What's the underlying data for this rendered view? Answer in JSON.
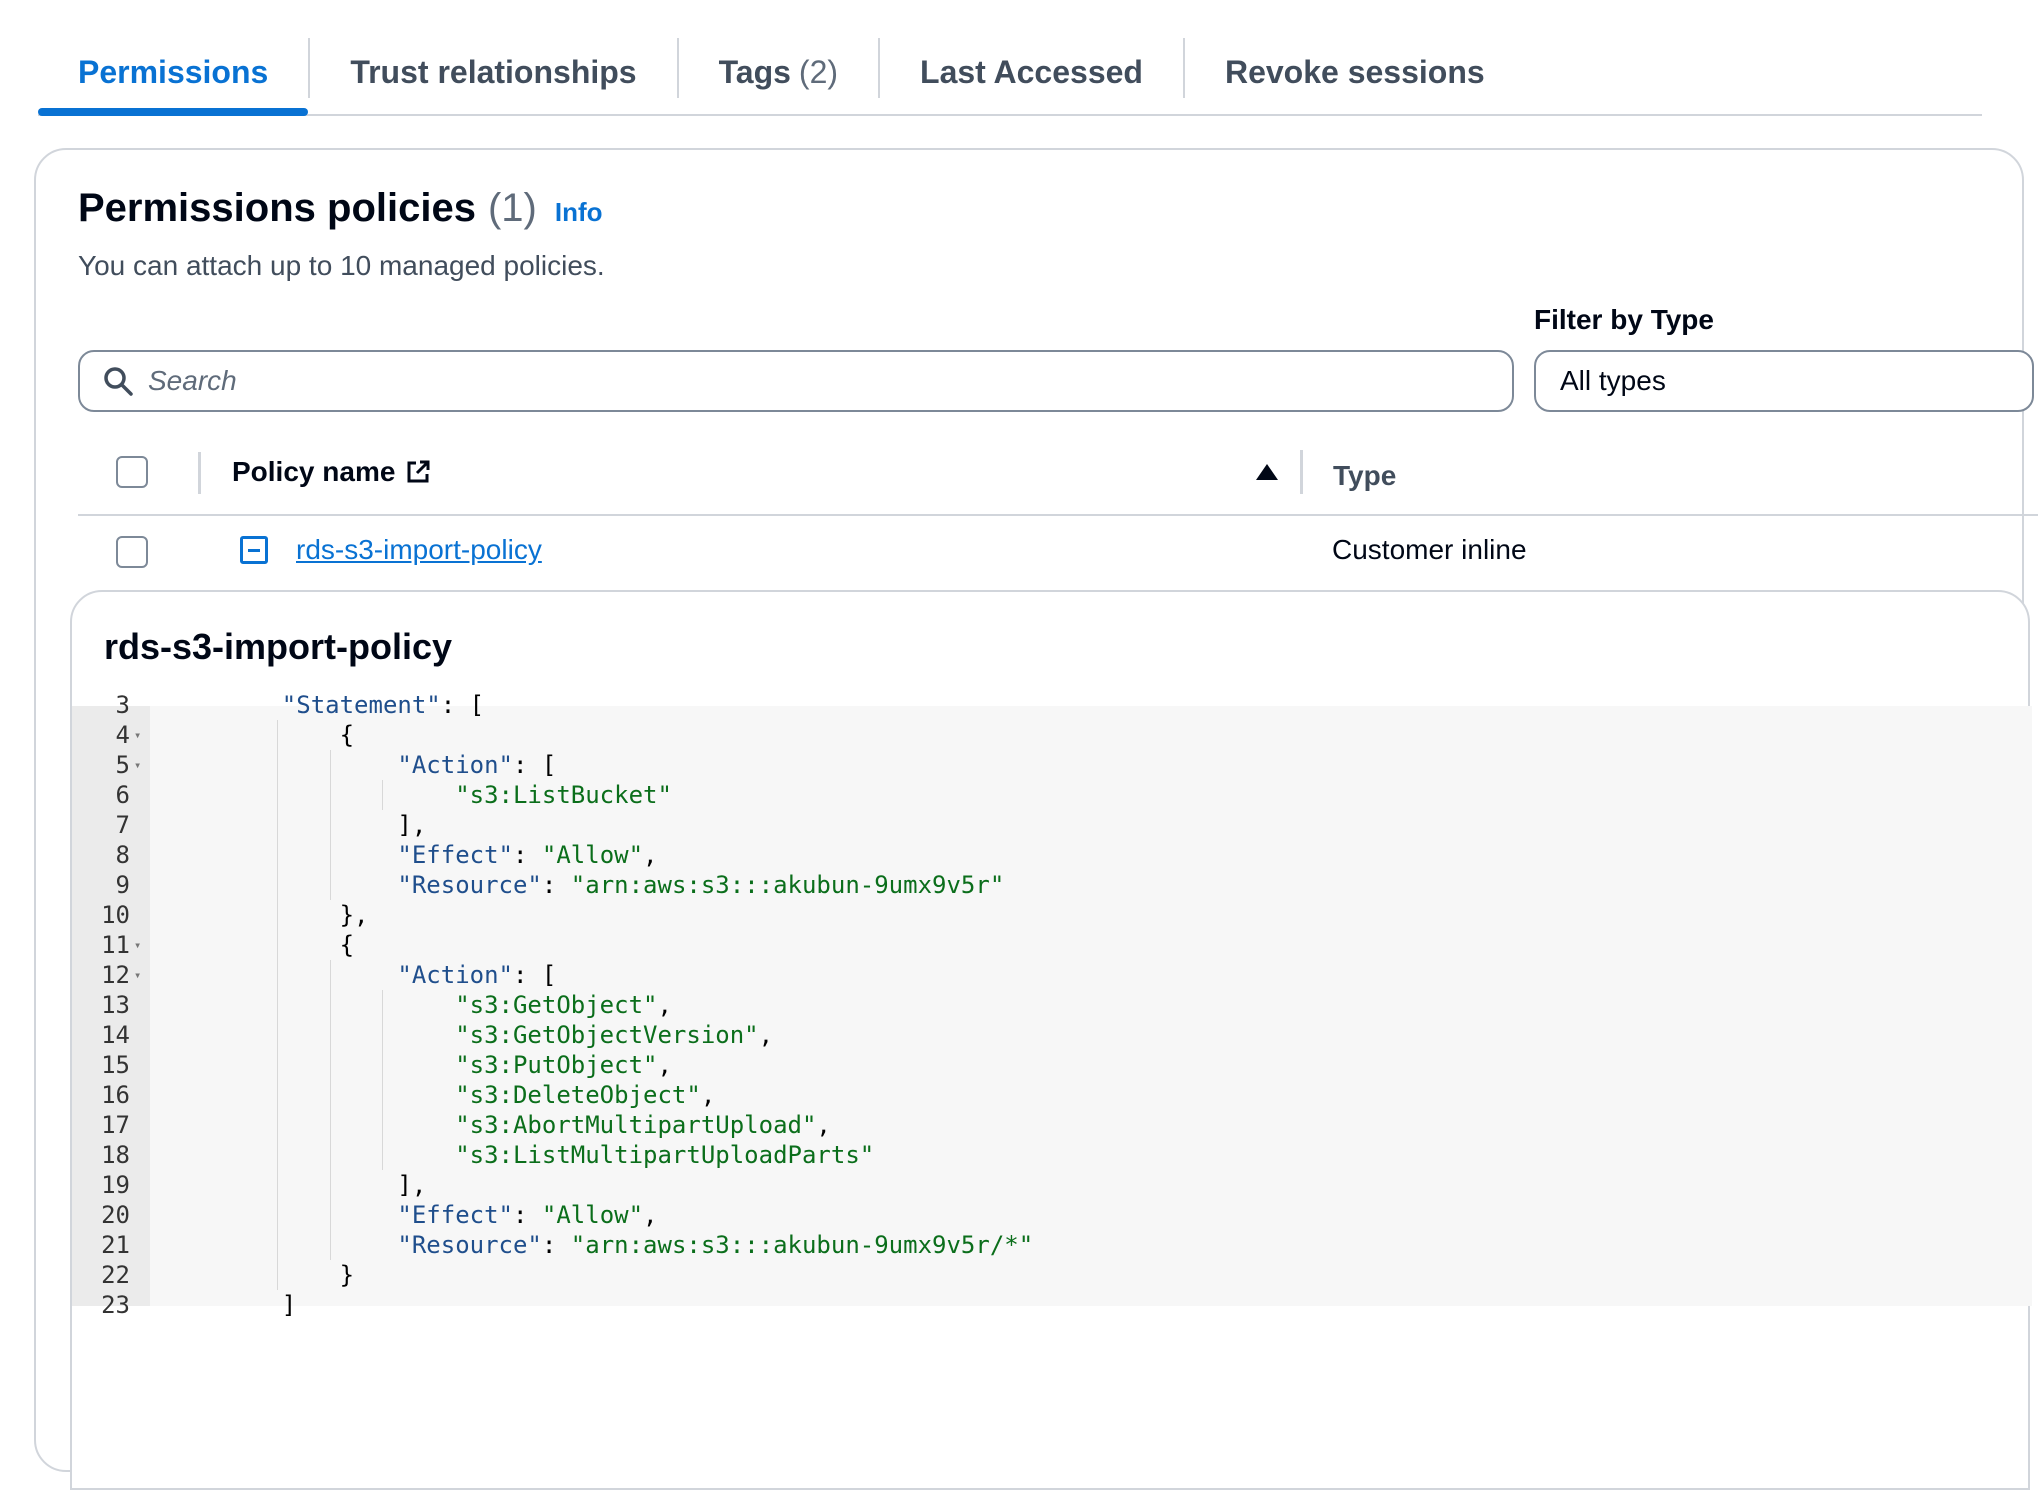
{
  "tabs": [
    {
      "label": "Permissions",
      "count": ""
    },
    {
      "label": "Trust relationships",
      "count": ""
    },
    {
      "label": "Tags",
      "count": "(2)"
    },
    {
      "label": "Last Accessed",
      "count": ""
    },
    {
      "label": "Revoke sessions",
      "count": ""
    }
  ],
  "panel": {
    "title": "Permissions policies",
    "count": "(1)",
    "info": "Info",
    "description": "You can attach up to 10 managed policies.",
    "filter_label": "Filter by Type",
    "search_placeholder": "Search",
    "filter_value": "All types",
    "columns": {
      "name": "Policy name",
      "type": "Type"
    },
    "row": {
      "name": "rds-s3-import-policy",
      "type": "Customer inline"
    }
  },
  "policy": {
    "title": "rds-s3-import-policy",
    "lines": [
      {
        "n": "3",
        "t": "    \"Statement\": [",
        "fold": false
      },
      {
        "n": "4",
        "t": "        {",
        "fold": true
      },
      {
        "n": "5",
        "t": "            \"Action\": [",
        "fold": true
      },
      {
        "n": "6",
        "t": "                \"s3:ListBucket\"",
        "fold": false
      },
      {
        "n": "7",
        "t": "            ],",
        "fold": false
      },
      {
        "n": "8",
        "t": "            \"Effect\": \"Allow\",",
        "fold": false
      },
      {
        "n": "9",
        "t": "            \"Resource\": \"arn:aws:s3:::akubun-9umx9v5r\"",
        "fold": false
      },
      {
        "n": "10",
        "t": "        },",
        "fold": false
      },
      {
        "n": "11",
        "t": "        {",
        "fold": true
      },
      {
        "n": "12",
        "t": "            \"Action\": [",
        "fold": true
      },
      {
        "n": "13",
        "t": "                \"s3:GetObject\",",
        "fold": false
      },
      {
        "n": "14",
        "t": "                \"s3:GetObjectVersion\",",
        "fold": false
      },
      {
        "n": "15",
        "t": "                \"s3:PutObject\",",
        "fold": false
      },
      {
        "n": "16",
        "t": "                \"s3:DeleteObject\",",
        "fold": false
      },
      {
        "n": "17",
        "t": "                \"s3:AbortMultipartUpload\",",
        "fold": false
      },
      {
        "n": "18",
        "t": "                \"s3:ListMultipartUploadParts\"",
        "fold": false
      },
      {
        "n": "19",
        "t": "            ],",
        "fold": false
      },
      {
        "n": "20",
        "t": "            \"Effect\": \"Allow\",",
        "fold": false
      },
      {
        "n": "21",
        "t": "            \"Resource\": \"arn:aws:s3:::akubun-9umx9v5r/*\"",
        "fold": false
      },
      {
        "n": "22",
        "t": "        }",
        "fold": false
      },
      {
        "n": "23",
        "t": "    ]",
        "fold": false
      }
    ]
  }
}
